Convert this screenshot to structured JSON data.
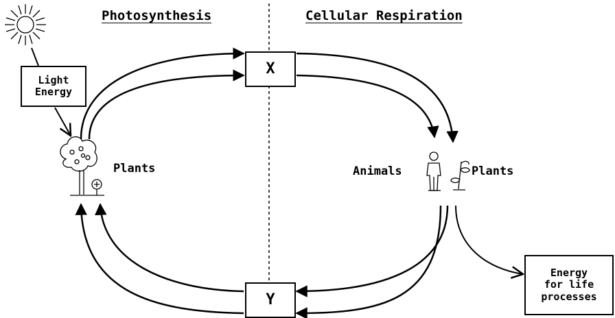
{
  "titles": {
    "left": "Photosynthesis",
    "right": "Cellular Respiration"
  },
  "boxes": {
    "light_energy": [
      "Light",
      "Energy"
    ],
    "x": "X",
    "y": "Y",
    "energy_life": [
      "Energy",
      "for life",
      "processes"
    ]
  },
  "labels": {
    "plants_left": "Plants",
    "animals": "Animals",
    "plants_right": "Plants"
  },
  "icons": {
    "sun": "sun-icon",
    "tree": "tree-icon",
    "human": "human-figure-icon",
    "sprout": "sprout-icon"
  }
}
